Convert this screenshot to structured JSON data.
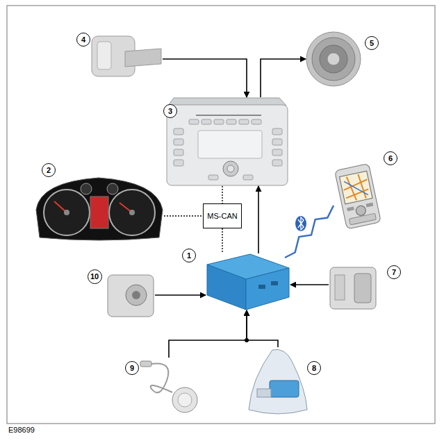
{
  "diagram": {
    "nodes": [
      {
        "text": [
          "4"
        ]
      },
      {
        "text": [
          "5"
        ]
      },
      {
        "text": [
          "3"
        ]
      },
      {
        "text": [
          "6"
        ]
      },
      {
        "text": [
          "2"
        ]
      },
      {
        "text": [
          "MS-CAN"
        ]
      },
      {
        "text": [
          "1"
        ]
      },
      {
        "text": [
          "10"
        ]
      },
      {
        "text": [
          "7"
        ]
      },
      {
        "text": [
          "9"
        ]
      },
      {
        "text": [
          "8"
        ]
      }
    ],
    "edges": [
      {
        "from": 0,
        "to": 2,
        "arrow": "to"
      },
      {
        "from": 2,
        "to": 1,
        "arrow": "to"
      },
      {
        "from": 6,
        "to": 2,
        "arrow": "to"
      },
      {
        "from": 4,
        "to": 5,
        "arrow": "none"
      },
      {
        "from": 2,
        "to": 5,
        "arrow": "none"
      },
      {
        "from": 5,
        "to": 6,
        "arrow": "none"
      },
      {
        "from": 3,
        "to": 6,
        "arrow": "none"
      },
      {
        "from": 7,
        "to": 6,
        "arrow": "to"
      },
      {
        "from": 8,
        "to": 6,
        "arrow": "to"
      },
      {
        "from": 9,
        "to": 6,
        "arrow": "to"
      },
      {
        "from": 10,
        "to": 6,
        "arrow": "to"
      }
    ],
    "labels": [
      "E98699"
    ]
  }
}
